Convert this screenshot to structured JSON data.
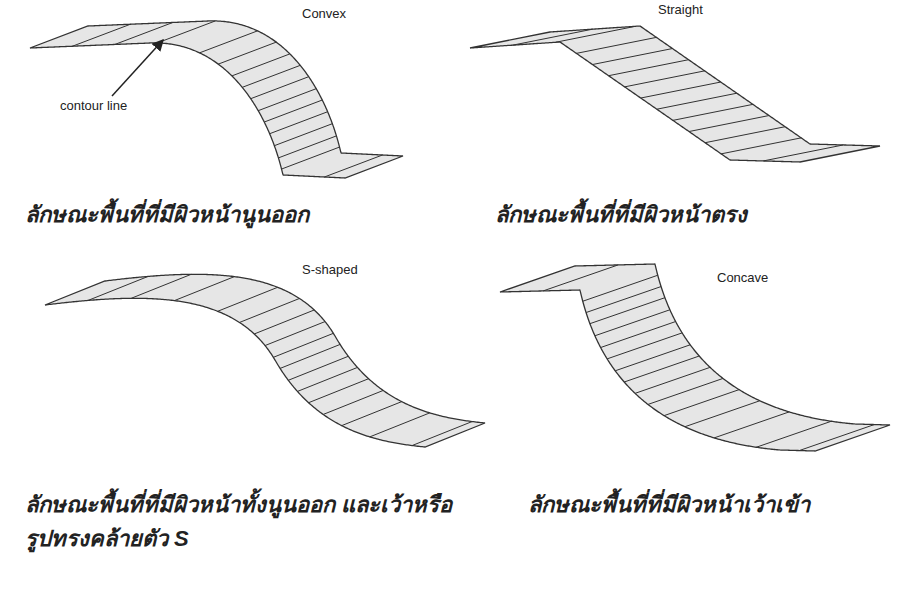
{
  "diagram": {
    "labels": [
      "Convex",
      "contour line",
      "Straight",
      "S-shaped",
      "Concave",
      "ลักษณะพื้นที่ที่มีผิวหน้านูนออก",
      "ลักษณะพื้นที่ที่มีผิวหน้าตรง",
      "ลักษณะพื้นที่ที่มีผิวหน้าทั้งนูนออก และเว้าหรือรูปทรงคล้ายตัว S",
      "ลักษณะพื้นที่ที่มีผิวหน้าเว้าเข้า"
    ]
  }
}
